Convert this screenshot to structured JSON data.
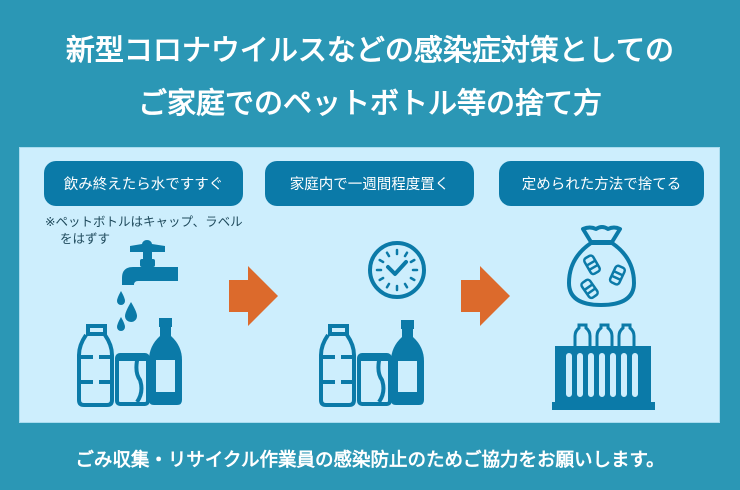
{
  "title": {
    "line1": "新型コロナウイルスなどの感染症対策としての",
    "line2": "ご家庭でのペットボトル等の捨て方"
  },
  "steps": [
    {
      "label": "飲み終えたら水ですすぐ",
      "note_line1": "※ペットボトルはキャップ、ラベル",
      "note_line2": "をはずす",
      "icon": "faucet-rinsing-bottles-icon"
    },
    {
      "label": "家庭内で一週間程度置く",
      "icon": "clock-bottles-icon"
    },
    {
      "label": "定められた方法で捨てる",
      "icon": "garbage-bag-crate-icon"
    }
  ],
  "arrows": [
    "arrow-right-icon",
    "arrow-right-icon"
  ],
  "footer": "ごみ収集・リサイクル作業員の感染防止のためご協力をお願いします。",
  "colors": {
    "background": "#2b97b5",
    "panel": "#cdeefd",
    "button": "#0b7aa8",
    "icon": "#0b7aa8",
    "arrow": "#dc6a2c",
    "text": "#ffffff"
  }
}
